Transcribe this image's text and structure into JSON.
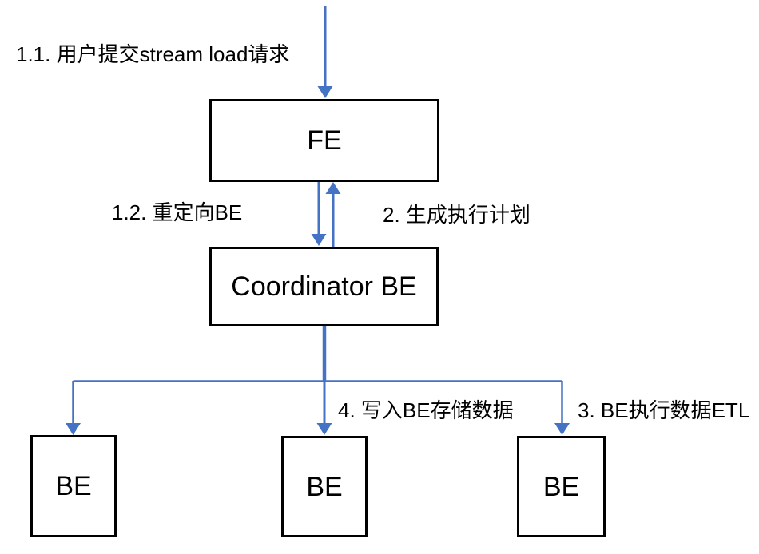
{
  "diagram": {
    "colors": {
      "arrow": "#4472C4",
      "node_border": "#000000",
      "node_fill": "#ffffff",
      "text": "#000000",
      "background": "#ffffff"
    },
    "nodes": {
      "fe": {
        "label": "FE"
      },
      "coordinator": {
        "label": "Coordinator BE"
      },
      "be1": {
        "label": "BE"
      },
      "be2": {
        "label": "BE"
      },
      "be3": {
        "label": "BE"
      }
    },
    "annotations": {
      "step_1_1": "1.1. 用户提交stream load请求",
      "step_1_2": "1.2. 重定向BE",
      "step_2": "2. 生成执行计划",
      "step_4": "4. 写入BE存储数据",
      "step_3": "3. BE执行数据ETL"
    },
    "edges": [
      {
        "from": "user",
        "to": "FE",
        "label": "1.1. 用户提交stream load请求",
        "direction": "down"
      },
      {
        "from": "FE",
        "to": "Coordinator BE",
        "label": "1.2. 重定向BE",
        "direction": "down"
      },
      {
        "from": "Coordinator BE",
        "to": "FE",
        "label": "2. 生成执行计划",
        "direction": "up"
      },
      {
        "from": "Coordinator BE",
        "to": "BE",
        "label": "3. BE执行数据ETL",
        "direction": "down"
      },
      {
        "from": "Coordinator BE",
        "to": "BE",
        "label": "4. 写入BE存储数据",
        "direction": "down"
      }
    ]
  }
}
